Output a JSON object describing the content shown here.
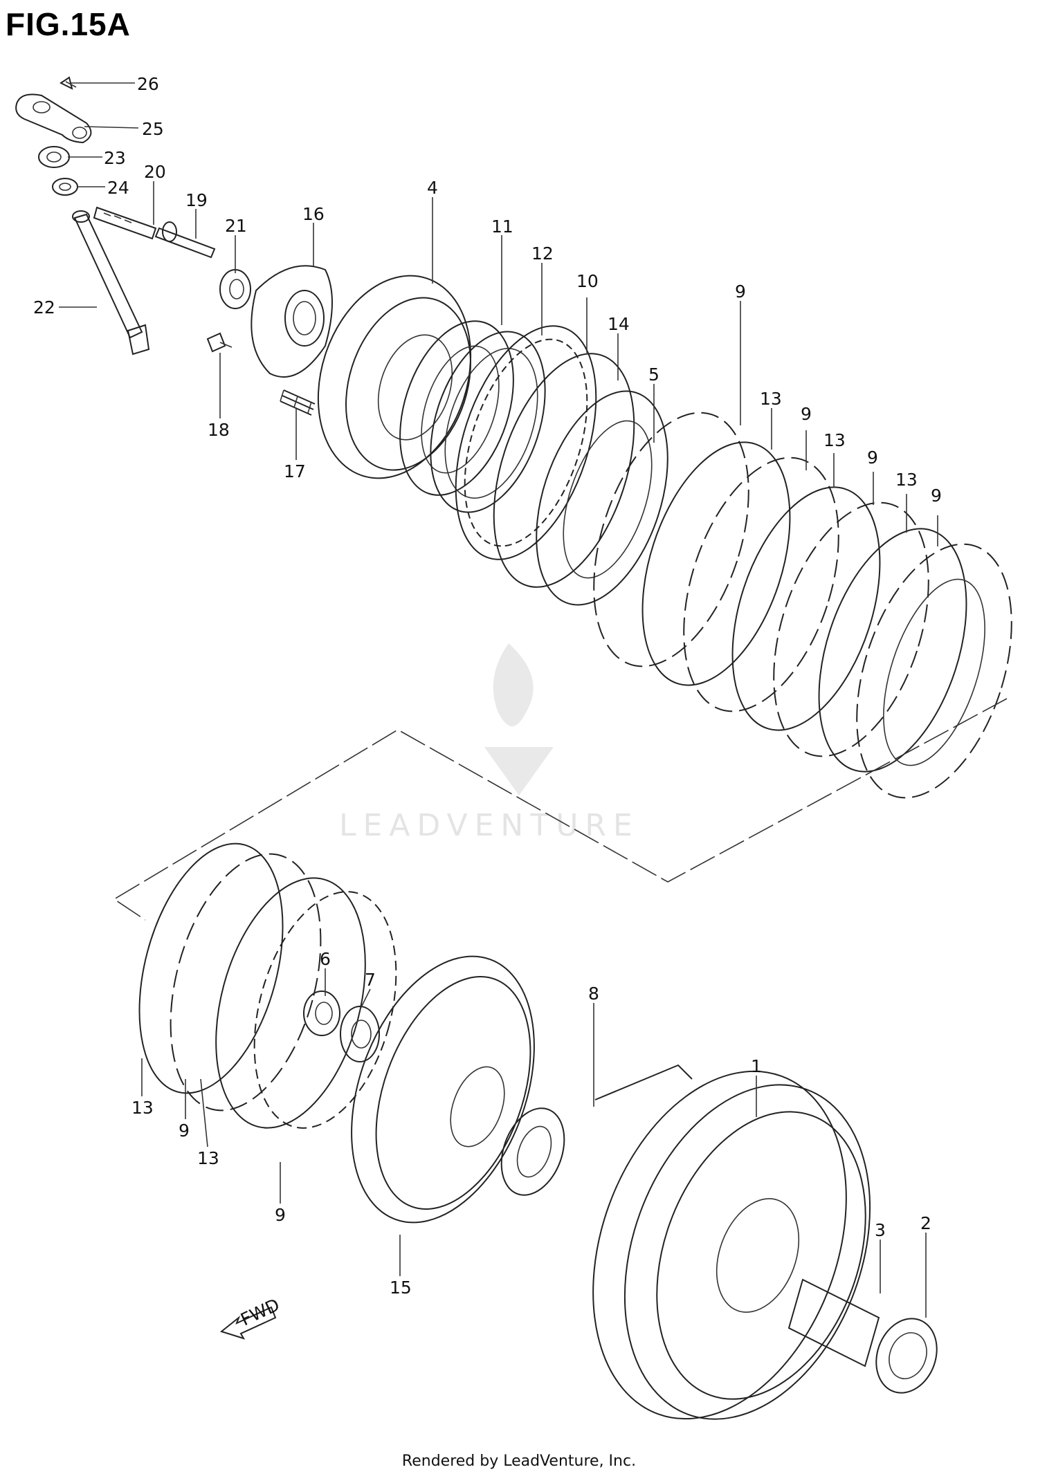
{
  "title": "FIG.15A",
  "watermark": "LEADVENTURE",
  "footer": "Rendered by LeadVenture, Inc.",
  "fwd_label": "FWD",
  "callouts": [
    "26",
    "25",
    "23",
    "24",
    "20",
    "19",
    "21",
    "16",
    "4",
    "11",
    "12",
    "10",
    "14",
    "5",
    "9",
    "13",
    "9",
    "13",
    "9",
    "13",
    "9",
    "22",
    "18",
    "17",
    "6",
    "7",
    "8",
    "1",
    "13",
    "9",
    "13",
    "9",
    "15",
    "3",
    "2"
  ]
}
